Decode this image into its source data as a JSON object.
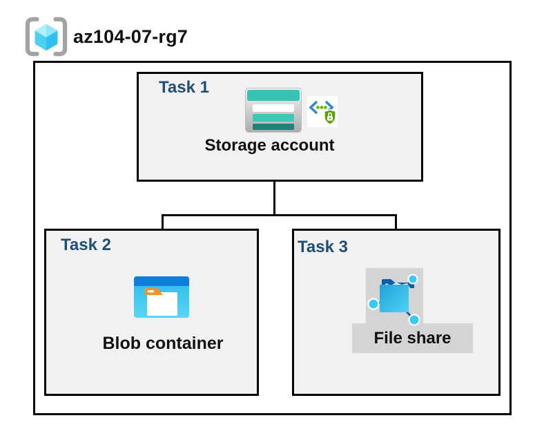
{
  "title": {
    "resource_group": "az104-07-rg7"
  },
  "colors": {
    "accent_navy": "#1F4E79",
    "task_box_fill": "#F1F1F1",
    "box_border": "#000000",
    "selection_grey": "#D4D4D4",
    "storage_teal": "#37C2B2",
    "storage_teal_dark": "#1F8177",
    "azure_blue_bar": "#0E7ED8",
    "cyan_node": "#38CAF6",
    "folder_orange": "#F7941E",
    "shield_green": "#57A300",
    "bracket_blue": "#2E8BD0",
    "rg_bracket_grey": "#A3A3A3"
  },
  "tasks": [
    {
      "label": "Task 1",
      "resource": "Storage account",
      "icons": [
        "storage-account-icon",
        "secure-access-icon"
      ]
    },
    {
      "label": "Task 2",
      "resource": "Blob container",
      "icons": [
        "blob-container-icon"
      ]
    },
    {
      "label": "Task 3",
      "resource": "File share",
      "icons": [
        "file-share-icon"
      ]
    }
  ],
  "connections": [
    {
      "from": "Storage account",
      "to": "Blob container"
    },
    {
      "from": "Storage account",
      "to": "File share"
    }
  ]
}
